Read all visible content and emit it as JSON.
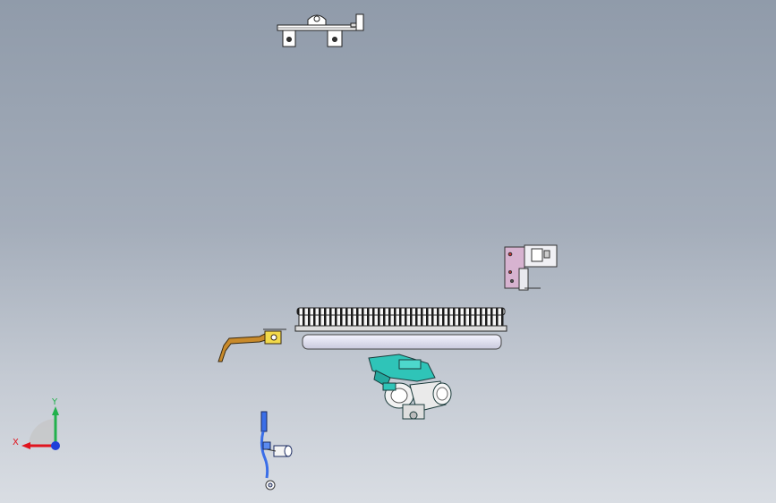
{
  "viewport": {
    "background_top": "#909baa",
    "background_bottom": "#d9dde3"
  },
  "triad": {
    "x_label": "X",
    "y_label": "Y",
    "x_color": "#e0141e",
    "y_color": "#22b14c",
    "z_color": "#1f3fd9"
  },
  "parts": [
    {
      "name": "mounting-bracket",
      "color": "#ffffff"
    },
    {
      "name": "hinge-bracket",
      "color": "#d7b3d0"
    },
    {
      "name": "flywheel-ring-gear",
      "color": "#e8e8ff"
    },
    {
      "name": "pedal-lever",
      "color": "#c98a2a"
    },
    {
      "name": "pump-housing",
      "color": "#2fc4b8"
    },
    {
      "name": "hose-assembly",
      "color": "#3a6ee8"
    }
  ]
}
